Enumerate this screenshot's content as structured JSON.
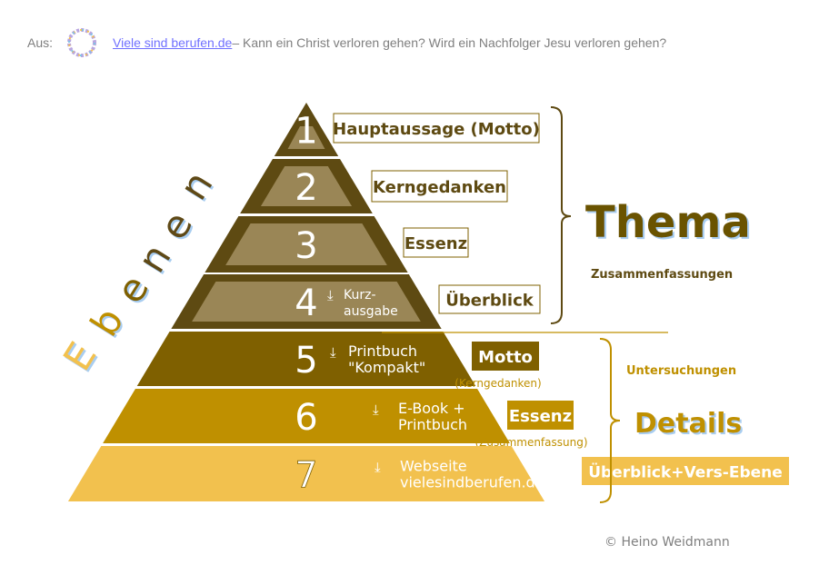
{
  "source": {
    "prefix": "Aus:",
    "link": "Viele sind berufen.de",
    "suffix": " – Kann ein Christ verloren gehen? Wird ein Nachfolger Jesu verloren gehen?"
  },
  "colors": {
    "dark": "#5e4a12",
    "inner": "#9a8656",
    "l5": "#7f6000",
    "l6": "#bf9000",
    "l7": "#f2c14e",
    "accent": "#bf9000"
  },
  "levels": [
    {
      "num": "1",
      "text": [],
      "label": "Hauptaussage (Motto)"
    },
    {
      "num": "2",
      "text": [],
      "label": "Kerngedanken"
    },
    {
      "num": "3",
      "text": [],
      "label": "Essenz"
    },
    {
      "num": "4",
      "text": [
        "Kurz-",
        "ausgabe"
      ],
      "label": "Überblick"
    },
    {
      "num": "5",
      "text": [
        "Printbuch",
        "\"Kompakt\""
      ],
      "label": "Motto",
      "sub": "(Kerngedanken)"
    },
    {
      "num": "6",
      "text": [
        "E-Book +",
        "Printbuch"
      ],
      "label": "Essenz",
      "sub": "(Zusammenfassung)"
    },
    {
      "num": "7",
      "text": [
        "Webseite",
        "vielesindberufen.de"
      ],
      "label": "Überblick+Vers-Ebene"
    }
  ],
  "vertical_title": [
    "E",
    "b",
    "e",
    "n",
    "e",
    "n"
  ],
  "thema": {
    "title": "Thema",
    "sub": "Zusammenfassungen"
  },
  "details": {
    "title": "Details",
    "sub": "Untersuchungen"
  },
  "copyright": "© Heino Weidmann",
  "download_icon": "⤓"
}
